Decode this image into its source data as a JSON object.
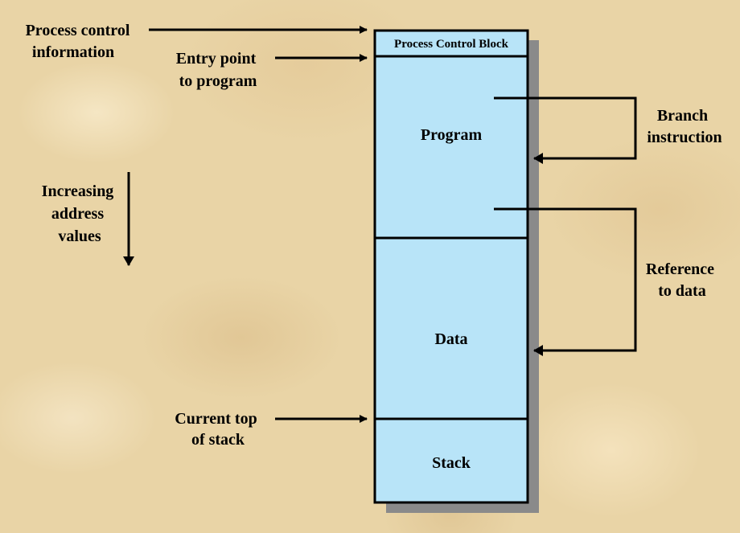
{
  "diagram": {
    "header": "Process Control Block",
    "sections": {
      "program": "Program",
      "data": "Data",
      "stack": "Stack"
    },
    "labels": {
      "process_control_1": "Process control",
      "process_control_2": "information",
      "entry_point_1": "Entry point",
      "entry_point_2": "to program",
      "increasing_1": "Increasing",
      "increasing_2": "address",
      "increasing_3": "values",
      "branch_1": "Branch",
      "branch_2": "instruction",
      "reference_1": "Reference",
      "reference_2": "to data",
      "current_top_1": "Current top",
      "current_top_2": "of stack"
    },
    "colors": {
      "block_fill": "#b8e4f8",
      "shadow": "#8a8a8a",
      "stroke": "#000000"
    }
  }
}
